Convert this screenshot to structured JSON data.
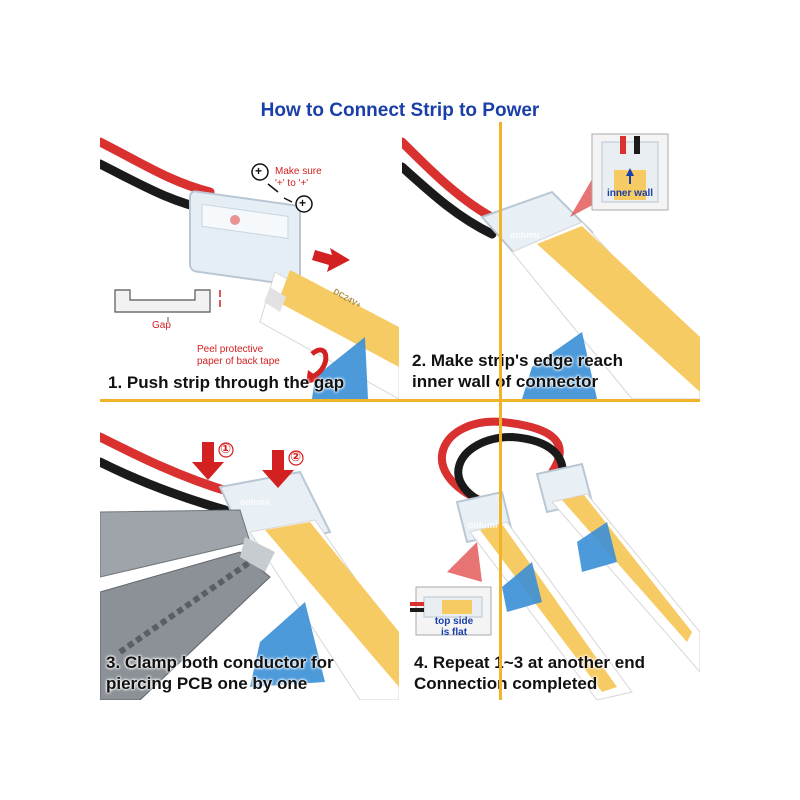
{
  "title": "How to Connect Strip to Power",
  "brand": "onlumi",
  "step1": {
    "caption": "1. Push strip through the gap",
    "note_line1": "Make sure",
    "note_line2": "'+' to '+'",
    "plus_symbol": "+",
    "gap_label": "Gap",
    "peel_line1": "Peel protective",
    "peel_line2": "paper of back tape",
    "strip_print": "DC24V+"
  },
  "step2": {
    "caption_line1": "2. Make strip's edge reach",
    "caption_line2": "inner wall of connector",
    "inset_label": "inner wall"
  },
  "step3": {
    "caption_line1": "3. Clamp both conductor for",
    "caption_line2": "piercing PCB one by one",
    "marker1": "①",
    "marker2": "②"
  },
  "step4": {
    "caption_line1": "4. Repeat 1~3 at another end",
    "caption_line2": "Connection completed",
    "inset_line1": "top side",
    "inset_line2": "is flat"
  },
  "colors": {
    "title": "#1a3fa8",
    "divider": "#f0b429",
    "accent_red": "#d32020",
    "strip_yellow": "#f7cb63",
    "tape_blue": "#3a8fd6"
  }
}
